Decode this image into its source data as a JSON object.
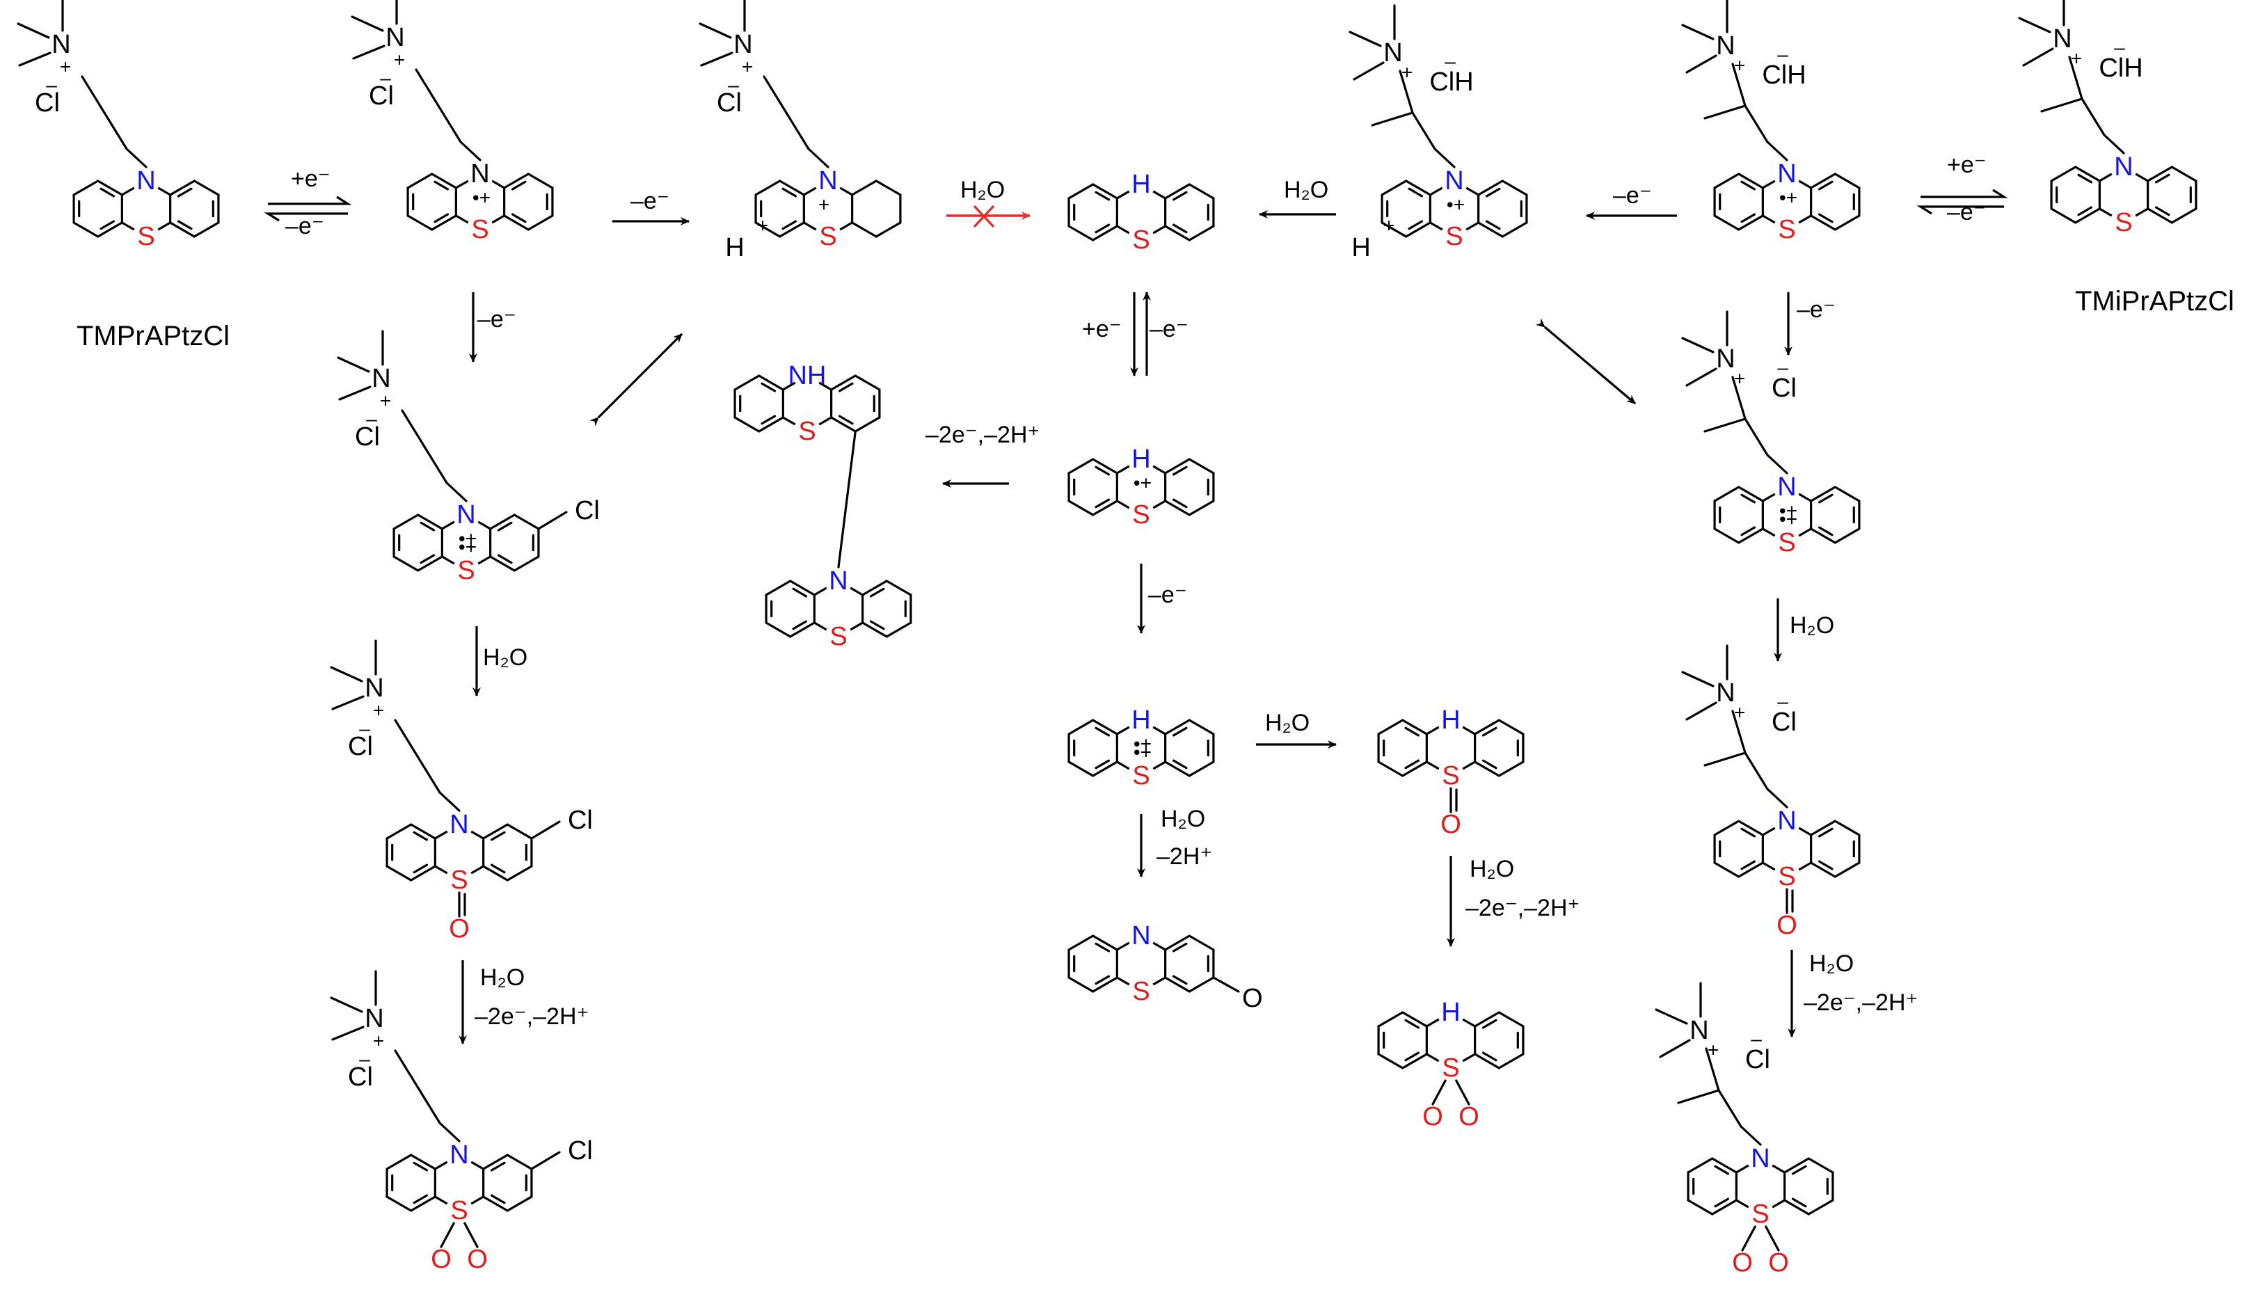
{
  "labels": {
    "tmpraptzcl": "TMPrAPtzCl",
    "tmipraptzcl": "TMiPrAPtzCl"
  },
  "conditions": {
    "plus_e": "+e⁻",
    "minus_e": "–e⁻",
    "h2o": "H₂O",
    "minus_2h": "–2H⁺",
    "minus_2e_2h": "–2e⁻,–2H⁺"
  },
  "atoms": {
    "nitrogen": "N",
    "nitrogen_h": "H",
    "nitrogen_nh": "NH",
    "sulfur": "S",
    "oxygen": "O",
    "chlorine": "Cl",
    "chloride": "Cl",
    "chloride_h": "ClH",
    "hydrogen": "H"
  },
  "charges": {
    "plus": "+",
    "minus": "–",
    "radical_cation": "•+"
  },
  "colors": {
    "nitrogen": "#1414e6",
    "sulfur": "#e01b1b",
    "oxygen": "#e01b1b",
    "blocked_arrow": "#e0302a",
    "bond": "#000000"
  }
}
